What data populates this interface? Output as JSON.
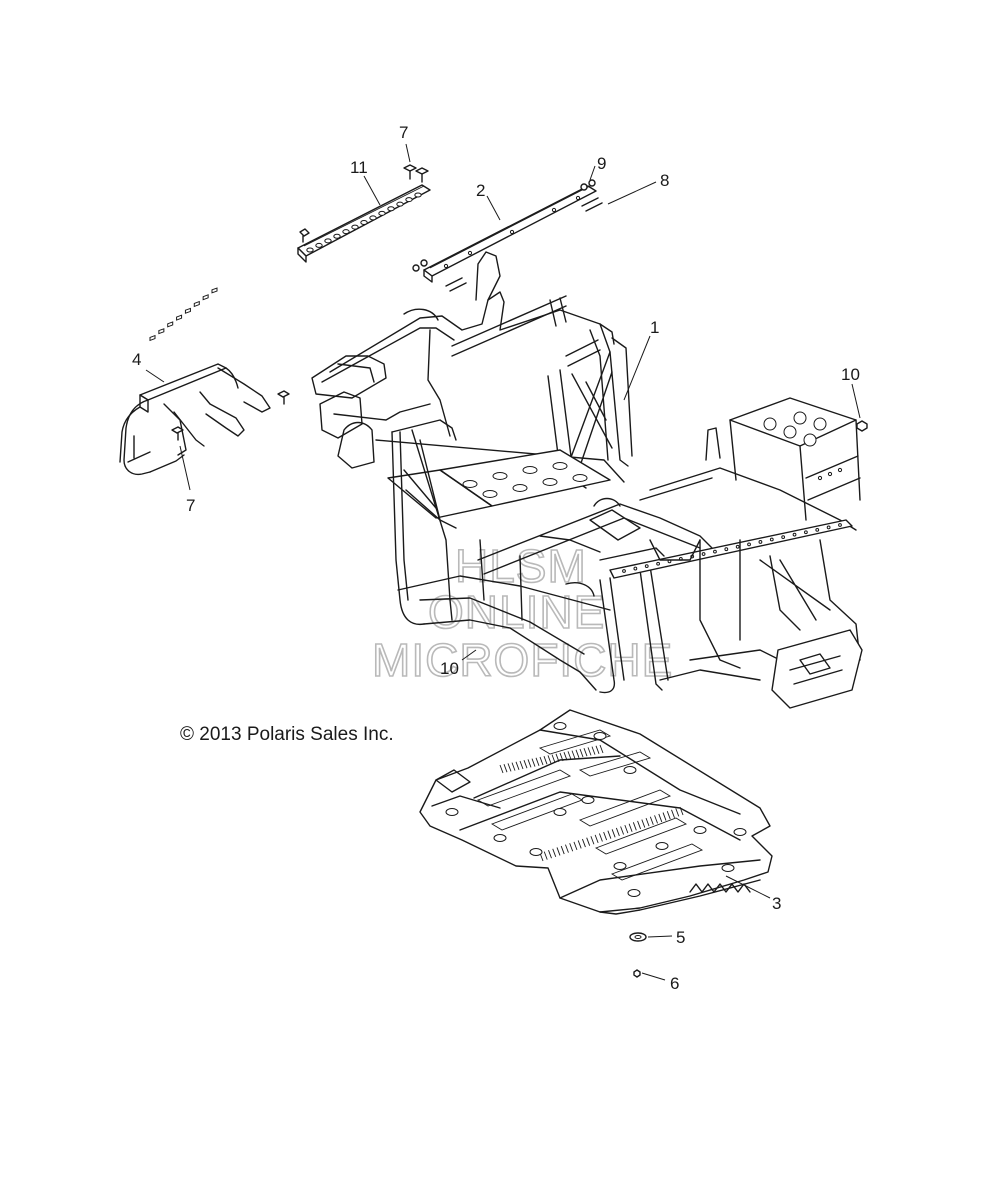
{
  "copyright": "© 2013 Polaris Sales Inc.",
  "watermark": [
    "HLSM",
    "ONLINE",
    "MICROFICHE"
  ],
  "callouts": [
    {
      "id": "c1",
      "label": "1"
    },
    {
      "id": "c2",
      "label": "2"
    },
    {
      "id": "c3",
      "label": "3"
    },
    {
      "id": "c4",
      "label": "4"
    },
    {
      "id": "c5",
      "label": "5"
    },
    {
      "id": "c6",
      "label": "6"
    },
    {
      "id": "c7a",
      "label": "7"
    },
    {
      "id": "c7b",
      "label": "7"
    },
    {
      "id": "c8",
      "label": "8"
    },
    {
      "id": "c9",
      "label": "9"
    },
    {
      "id": "c10a",
      "label": "10"
    },
    {
      "id": "c10b",
      "label": "10"
    },
    {
      "id": "c11",
      "label": "11"
    }
  ],
  "colors": {
    "line": "#1a1a1a",
    "watermark": "#b9b9b9",
    "background": "#ffffff"
  }
}
